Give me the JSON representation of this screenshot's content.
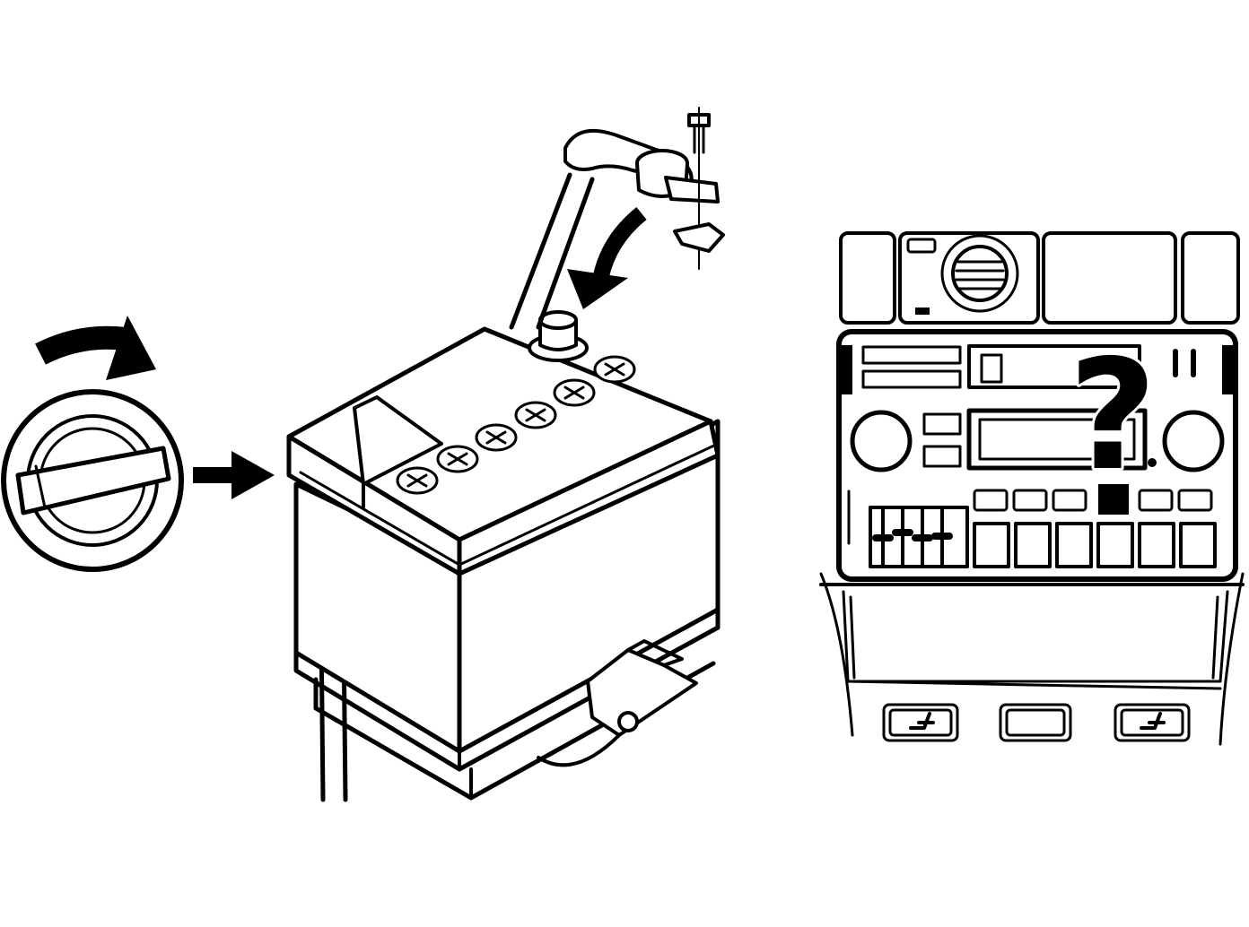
{
  "illustration": {
    "panels": [
      {
        "name": "ignition-key",
        "icon": "ignition-key-turn-icon"
      },
      {
        "name": "battery-terminal-reconnect",
        "icon": "battery-icon"
      },
      {
        "name": "radio-code-prompt",
        "icon": "car-radio-icon"
      }
    ],
    "radio_symbol": "?",
    "colors": {
      "ink": "#000000",
      "paper": "#ffffff"
    }
  }
}
